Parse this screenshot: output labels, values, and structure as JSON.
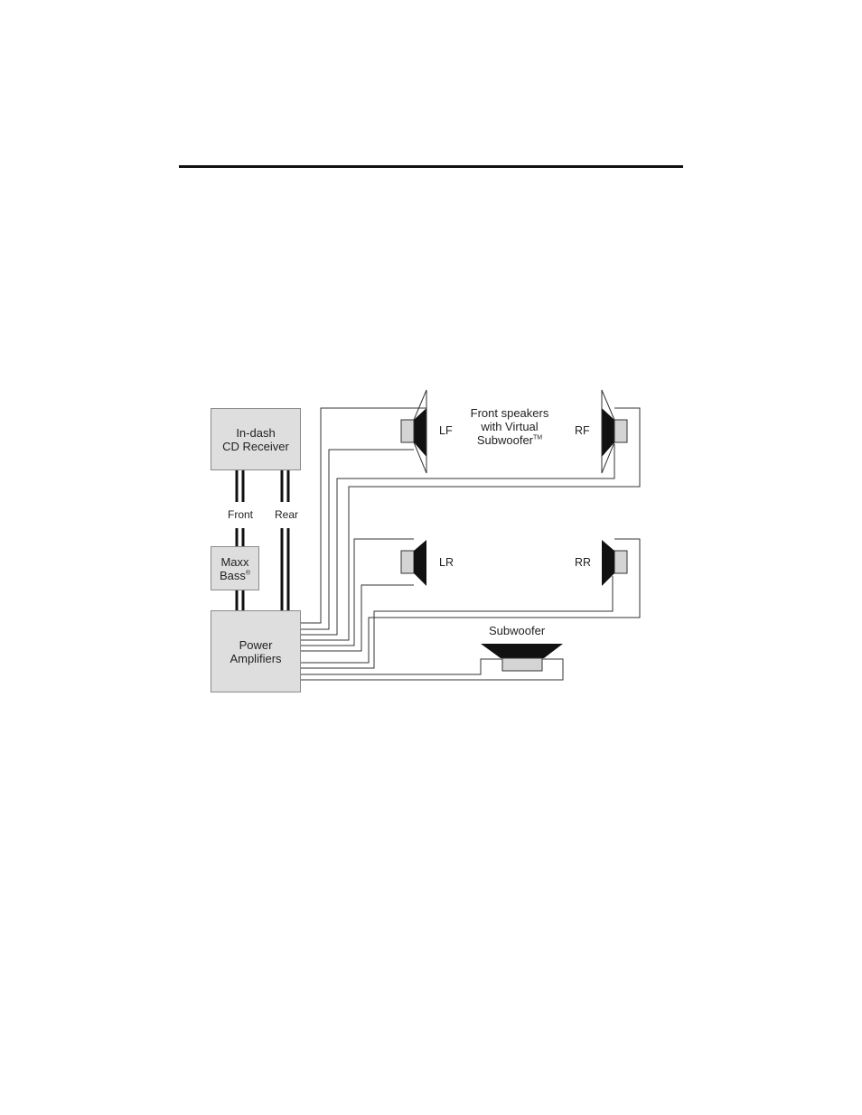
{
  "receiver": {
    "line1": "In-dash",
    "line2": "CD Receiver"
  },
  "front_label": "Front",
  "rear_label": "Rear",
  "maxx": {
    "line1": "Maxx",
    "line2": "Bass",
    "mark": "®"
  },
  "amp": {
    "line1": "Power",
    "line2": "Amplifiers"
  },
  "front_caption": {
    "line1": "Front speakers",
    "line2": "with Virtual",
    "line3": "Subwoofer",
    "mark": "TM"
  },
  "speakers": {
    "lf": "LF",
    "rf": "RF",
    "lr": "LR",
    "rr": "RR"
  },
  "subwoofer_label": "Subwoofer"
}
